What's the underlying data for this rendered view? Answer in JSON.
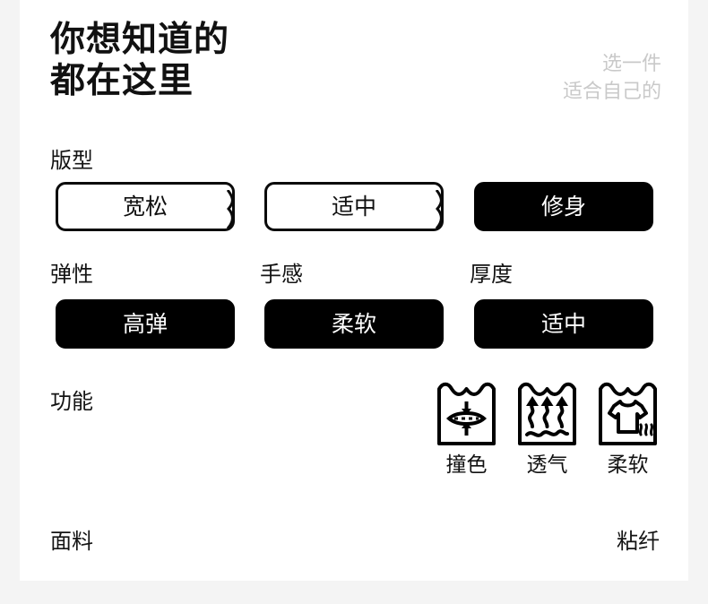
{
  "header": {
    "title_lines": [
      "你想知道的",
      "都在这里"
    ],
    "subtitle_lines": [
      "选一件",
      "适合自己的"
    ],
    "title_color": "#111111",
    "subtitle_color": "#c9c9c9"
  },
  "fit": {
    "label": "版型",
    "options": [
      {
        "label": "宽松",
        "selected": false
      },
      {
        "label": "适中",
        "selected": false
      },
      {
        "label": "修身",
        "selected": true
      }
    ]
  },
  "attributes": [
    {
      "label": "弹性",
      "value": "高弹",
      "selected": true
    },
    {
      "label": "手感",
      "value": "柔软",
      "selected": true
    },
    {
      "label": "厚度",
      "value": "适中",
      "selected": true
    }
  ],
  "function": {
    "label": "功能",
    "items": [
      {
        "caption": "撞色",
        "icon": "colorfast-tub-icon"
      },
      {
        "caption": "透气",
        "icon": "breathable-tub-icon"
      },
      {
        "caption": "柔软",
        "icon": "soft-shirt-tub-icon"
      }
    ]
  },
  "fabric": {
    "label": "面料",
    "value": "粘纤"
  },
  "theme": {
    "page_background": "#f4f4f4",
    "card_background": "#ffffff",
    "selected_background": "#000000",
    "selected_text": "#ffffff",
    "unselected_background": "#ffffff",
    "unselected_text": "#101010",
    "border_color": "#0b0b0b"
  }
}
